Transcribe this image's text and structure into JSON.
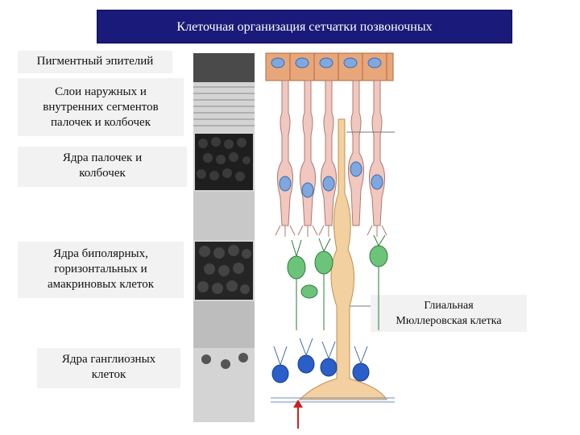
{
  "title": "Клеточная организация сетчатки позвоночных",
  "labels": {
    "pigment": "Пигментный эпителий",
    "segments_1": "Слои наружных и",
    "segments_2": "внутренних сегментов",
    "segments_3": "палочек и колбочек",
    "rods_cones_nuclei_1": "Ядра палочек и",
    "rods_cones_nuclei_2": "колбочек",
    "bipolar_1": "Ядра биполярных,",
    "bipolar_2": "горизонтальных и",
    "bipolar_3": "амакриновых клеток",
    "ganglion_1": "Ядра ганглиозных",
    "ganglion_2": "клеток",
    "glial_1": "Глиальная",
    "glial_2": "Мюллеровская клетка"
  },
  "colors": {
    "title_bg": "#1a1a7a",
    "pigment_cells": "#e8a77a",
    "photoreceptors": "#f0c8c0",
    "nuclei_blue": "#7fa8e0",
    "bipolar_green": "#6cc47a",
    "ganglion_blue": "#2a5ec8",
    "muller_cell": "#f2d0a0",
    "arrow_red": "#cc2020"
  }
}
